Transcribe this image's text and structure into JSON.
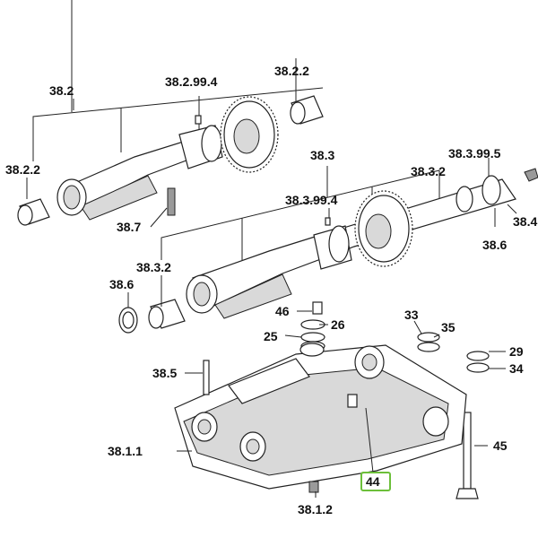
{
  "labels": {
    "l_38_2": "38.2",
    "l_38_2_99_4": "38.2.99.4",
    "l_38_2_2_top": "38.2.2",
    "l_38_2_2_left": "38.2.2",
    "l_38_7": "38.7",
    "l_38_3": "38.3",
    "l_38_3_99_5": "38.3.99.5",
    "l_38_3_2_right": "38.3.2",
    "l_38_3_99_4": "38.3.99.4",
    "l_38_4": "38.4",
    "l_38_6_right": "38.6",
    "l_38_3_2_left": "38.3.2",
    "l_38_6_left": "38.6",
    "l_46": "46",
    "l_26": "26",
    "l_25": "25",
    "l_33": "33",
    "l_35": "35",
    "l_29": "29",
    "l_34": "34",
    "l_38_5": "38.5",
    "l_38_1_1": "38.1.1",
    "l_44": "44",
    "l_45": "45",
    "l_38_1_2": "38.1.2"
  },
  "colors": {
    "highlight": "#6cbf3a",
    "line": "#222222",
    "shade": "#d9d9d9"
  }
}
